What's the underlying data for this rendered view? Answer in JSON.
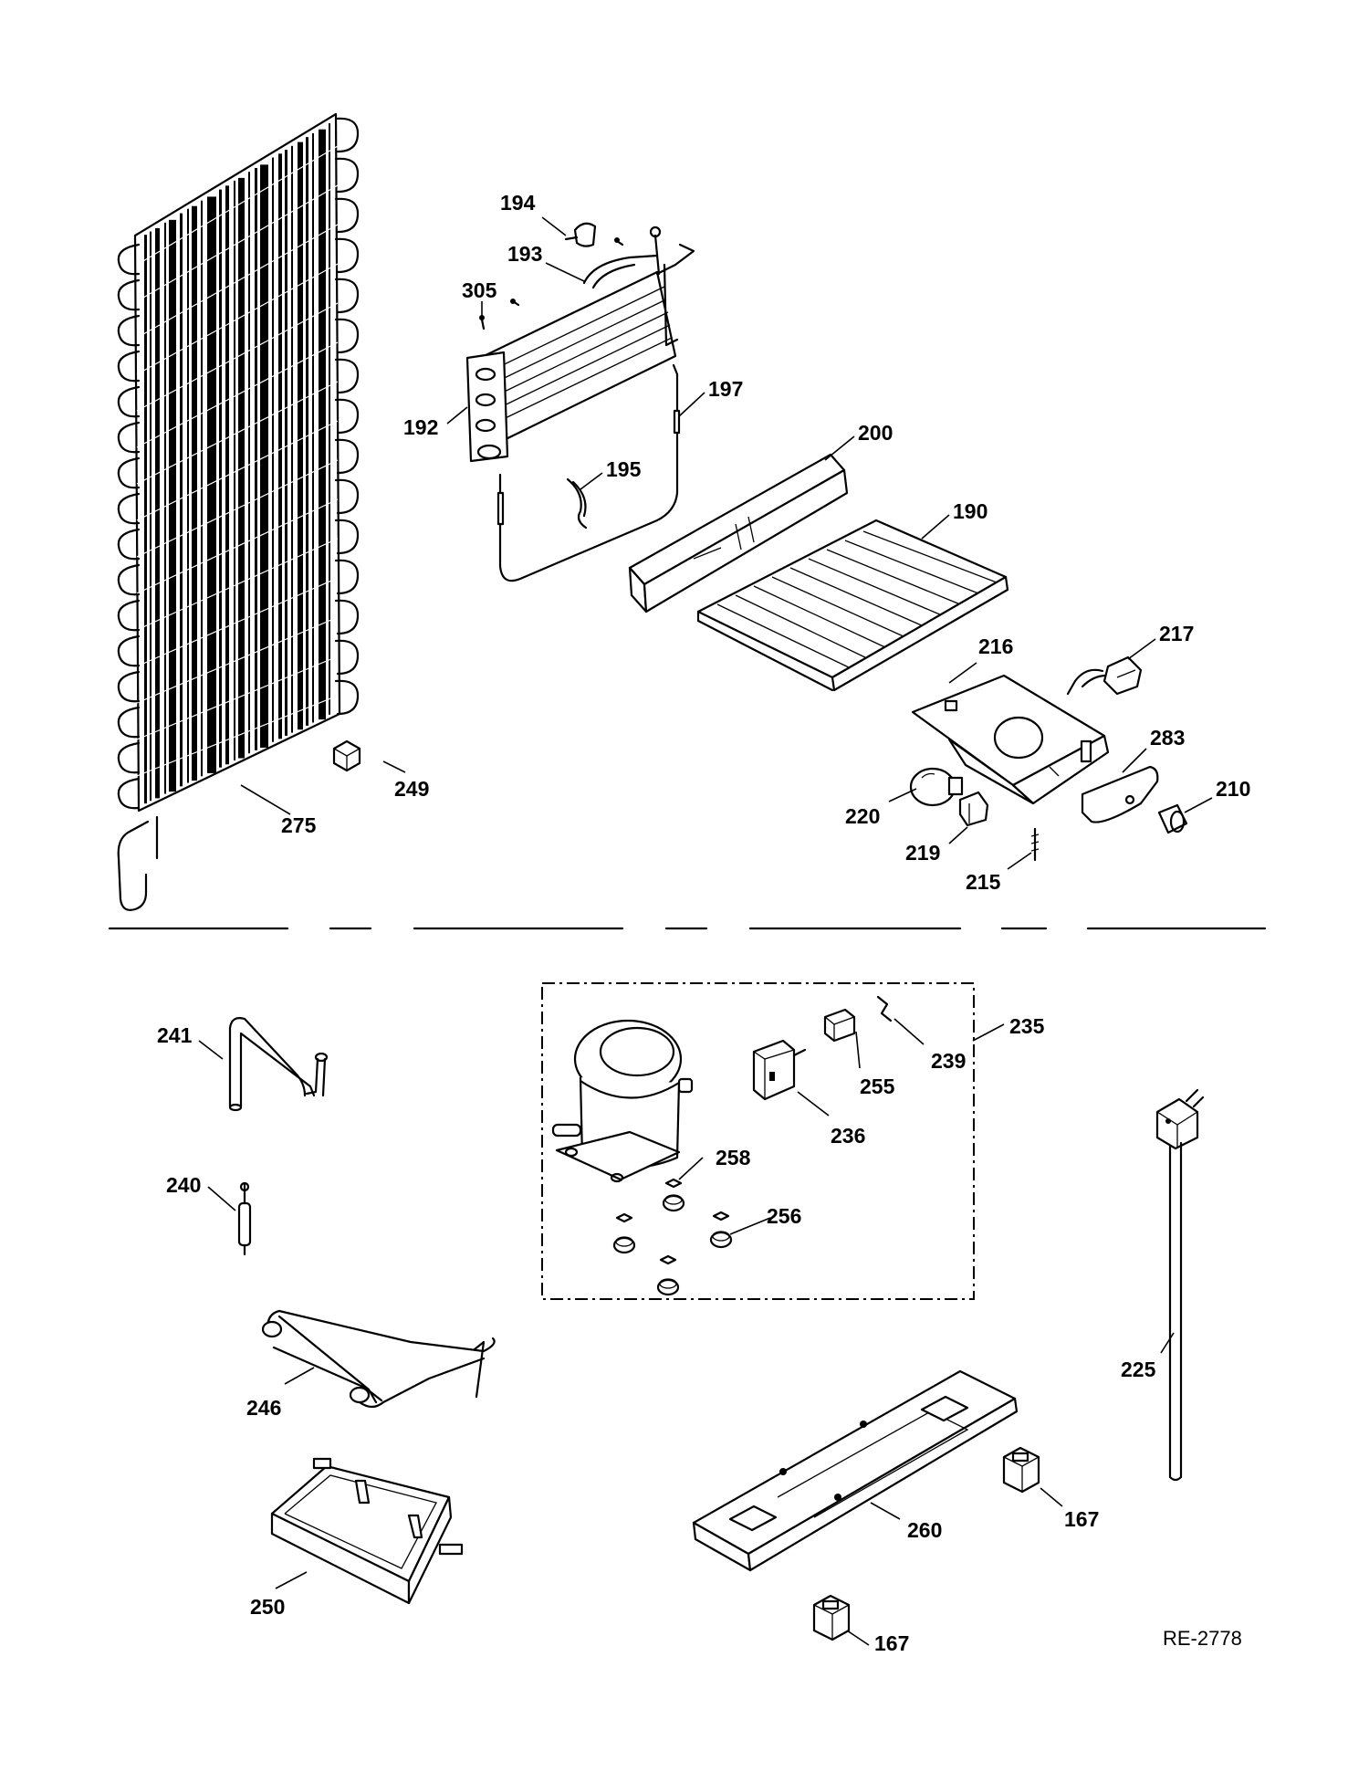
{
  "diagram": {
    "reference_code": "RE-2778",
    "callouts": [
      {
        "id": "194",
        "part": "part-194"
      },
      {
        "id": "193",
        "part": "part-193"
      },
      {
        "id": "305",
        "part": "part-305"
      },
      {
        "id": "192",
        "part": "part-192"
      },
      {
        "id": "197",
        "part": "part-197"
      },
      {
        "id": "195",
        "part": "part-195"
      },
      {
        "id": "200",
        "part": "part-200"
      },
      {
        "id": "190",
        "part": "part-190"
      },
      {
        "id": "216",
        "part": "part-216"
      },
      {
        "id": "217",
        "part": "part-217"
      },
      {
        "id": "283",
        "part": "part-283"
      },
      {
        "id": "210",
        "part": "part-210"
      },
      {
        "id": "220",
        "part": "part-220"
      },
      {
        "id": "219",
        "part": "part-219"
      },
      {
        "id": "215",
        "part": "part-215"
      },
      {
        "id": "249",
        "part": "part-249"
      },
      {
        "id": "275",
        "part": "part-275"
      },
      {
        "id": "241",
        "part": "part-241"
      },
      {
        "id": "240",
        "part": "part-240"
      },
      {
        "id": "246",
        "part": "part-246"
      },
      {
        "id": "250",
        "part": "part-250"
      },
      {
        "id": "235",
        "part": "part-235"
      },
      {
        "id": "239",
        "part": "part-239"
      },
      {
        "id": "255",
        "part": "part-255"
      },
      {
        "id": "236",
        "part": "part-236"
      },
      {
        "id": "258",
        "part": "part-258"
      },
      {
        "id": "256",
        "part": "part-256"
      },
      {
        "id": "225",
        "part": "part-225"
      },
      {
        "id": "260",
        "part": "part-260"
      },
      {
        "id": "167a",
        "label": "167",
        "part": "part-167-a"
      },
      {
        "id": "167b",
        "label": "167",
        "part": "part-167-b"
      }
    ]
  }
}
